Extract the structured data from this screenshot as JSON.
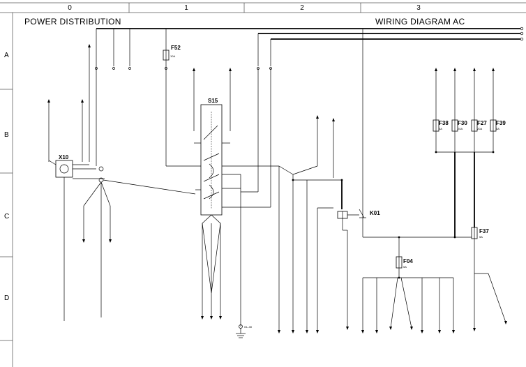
{
  "page": {
    "left_title": "POWER DISTRIBUTION",
    "right_title": "WIRING DIAGRAM AC"
  },
  "grid": {
    "columns": [
      "0",
      "1",
      "2",
      "3"
    ],
    "rows": [
      "A",
      "B",
      "C",
      "D"
    ]
  },
  "components": {
    "F52": {
      "name": "F52",
      "rating": "10A"
    },
    "S15": {
      "name": "S15"
    },
    "X10": {
      "name": "X10"
    },
    "K01": {
      "name": "K01"
    },
    "F04": {
      "name": "F04",
      "rating": "5A"
    },
    "F37": {
      "name": "F37",
      "rating": "5A"
    },
    "F38": {
      "name": "F38",
      "rating": "5A"
    },
    "F30": {
      "name": "F30",
      "rating": "20A"
    },
    "F27": {
      "name": "F27",
      "rating": "20A"
    },
    "F39": {
      "name": "F39",
      "rating": "5A"
    }
  },
  "ground_label": "GL-30"
}
